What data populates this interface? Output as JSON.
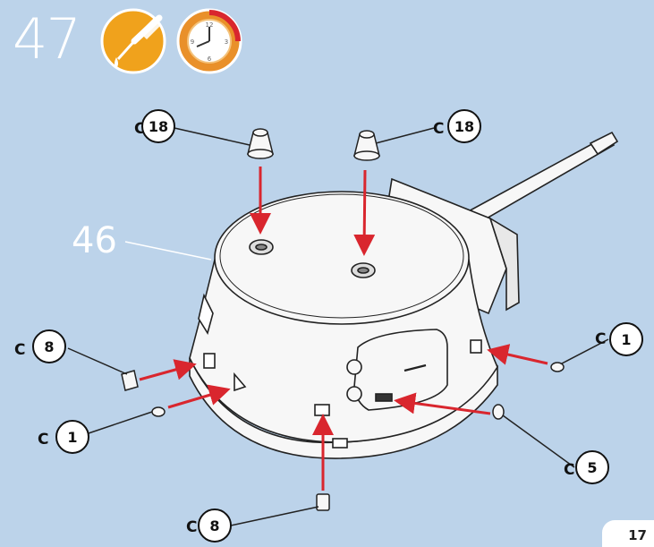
{
  "step": {
    "number": "47"
  },
  "icons": [
    "glue-icon",
    "clock-icon"
  ],
  "clock": {
    "marks": [
      "12",
      "3",
      "6",
      "9"
    ]
  },
  "assembly": {
    "part_label": "46"
  },
  "callouts": [
    {
      "prefix": "C",
      "number": "18"
    },
    {
      "prefix": "C",
      "number": "18"
    },
    {
      "prefix": "C",
      "number": "8"
    },
    {
      "prefix": "C",
      "number": "1"
    },
    {
      "prefix": "C",
      "number": "1"
    },
    {
      "prefix": "C",
      "number": "5"
    },
    {
      "prefix": "C",
      "number": "8"
    }
  ],
  "page": {
    "number": "17"
  },
  "colors": {
    "background": "#bcd3ea",
    "arrow": "#d9262e",
    "icon_orange": "#f0a21c",
    "icon_ring": "#e9902a",
    "clock_accent": "#d9262e"
  }
}
